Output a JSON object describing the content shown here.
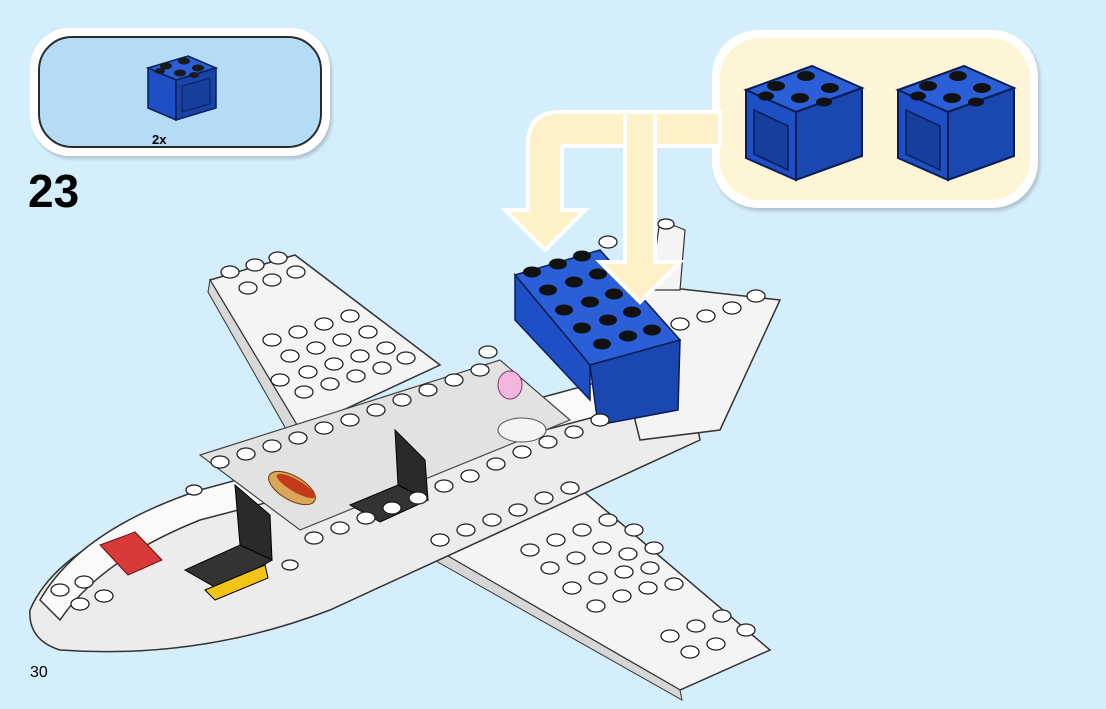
{
  "parts": {
    "quantity": "2x",
    "brick": {
      "color": "#1e4fc4",
      "shape": "blue-2x2-window-brick"
    }
  },
  "step": {
    "number": "23"
  },
  "page": {
    "number": "30"
  },
  "subassembly": {
    "count": 2,
    "color": "#1e4fc4"
  },
  "arrow_color": "#fdf1c8",
  "model": {
    "name": "airplane"
  }
}
